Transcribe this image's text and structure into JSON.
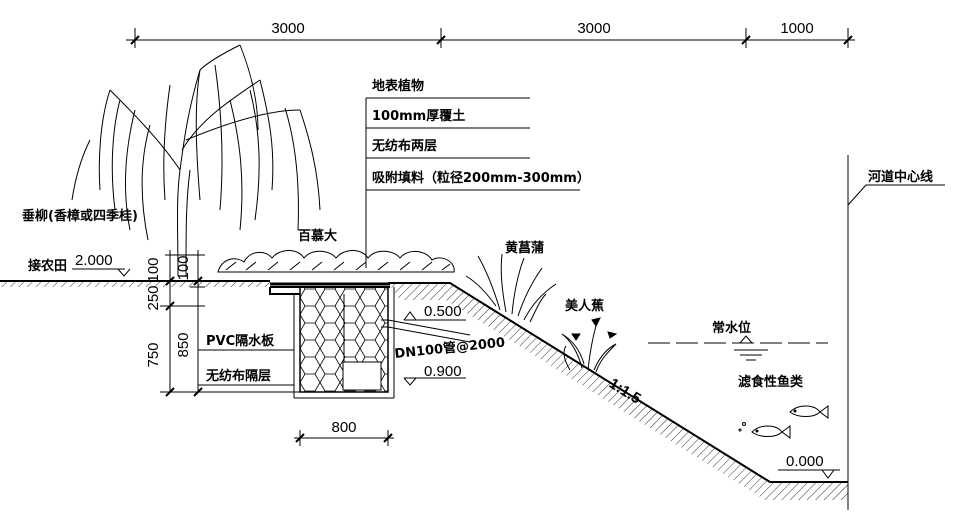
{
  "dimensions": {
    "top": [
      "3000",
      "3000",
      "1000"
    ],
    "left_vertical": [
      "100",
      "250",
      "750",
      "100",
      "850"
    ],
    "pipe_width": "800"
  },
  "elevations": {
    "ground": "2.000",
    "pipe_top": "0.500",
    "pipe_bottom": "0.900",
    "bed": "0.000"
  },
  "layers": [
    "地表植物",
    "100mm厚覆土",
    "无纺布两层",
    "吸附填料（粒径200mm-300mm）"
  ],
  "labels": {
    "willow": "垂柳(香樟或四季桂)",
    "farmland": "接农田",
    "shrub": "百慕大",
    "reed": "黄菖蒲",
    "canna": "美人蕉",
    "river_center": "河道中心线",
    "water_level": "常水位",
    "fish": "滤食性鱼类",
    "pvc_board": "PVC隔水板",
    "fabric_layer": "无纺布隔层",
    "pipe": "DN100管@2000",
    "slope": "1:1.5"
  }
}
